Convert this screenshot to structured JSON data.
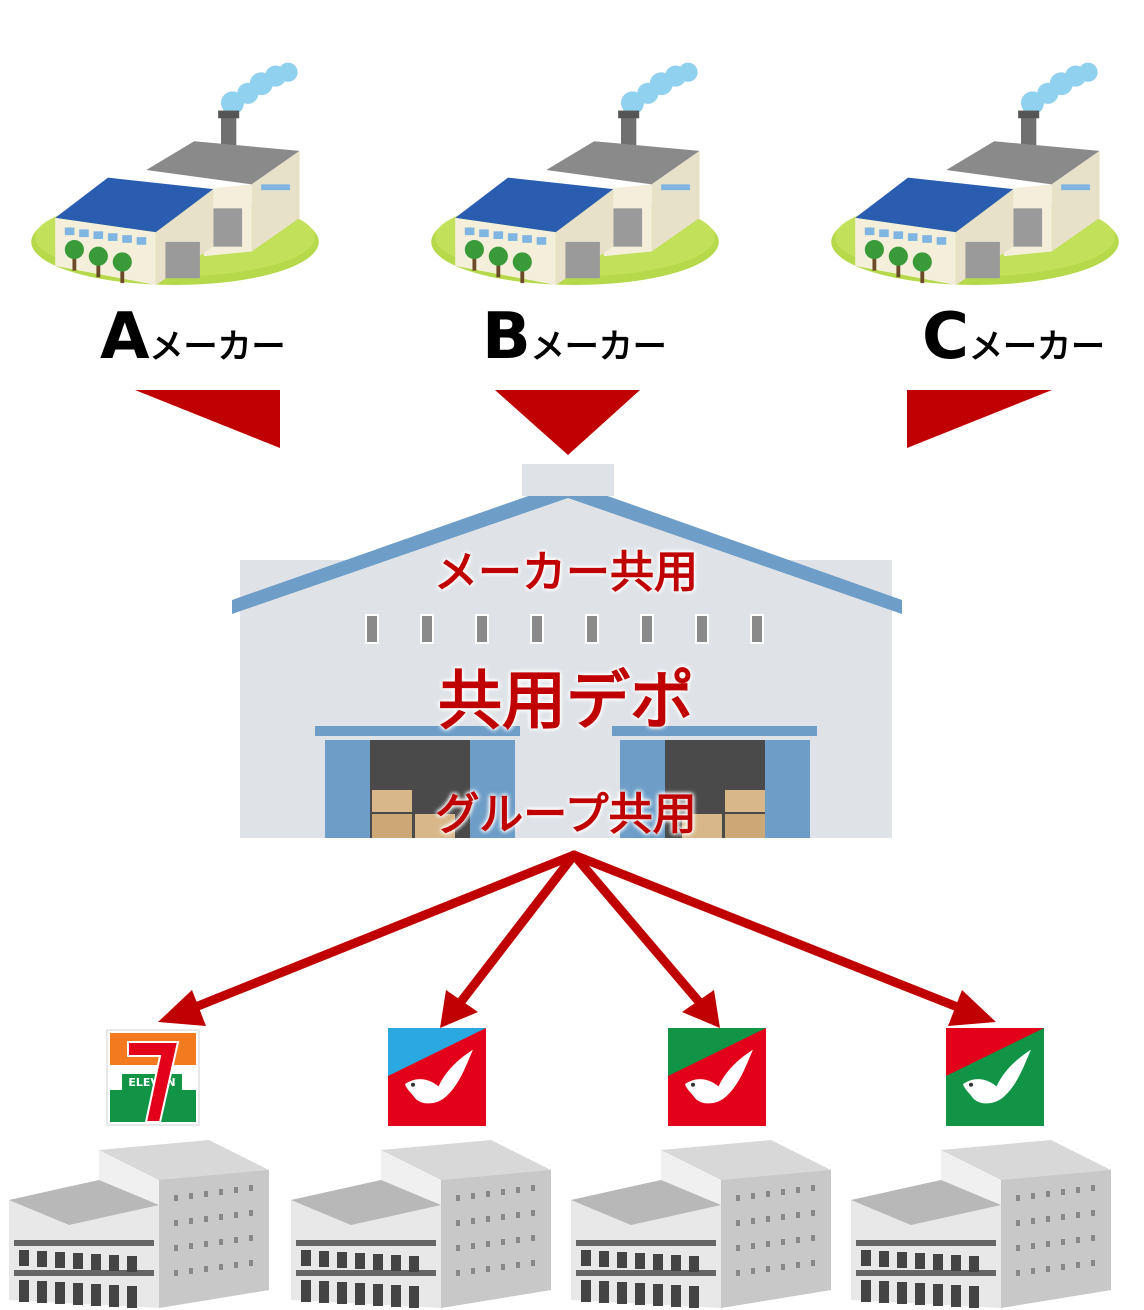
{
  "makers": [
    {
      "letter": "A",
      "suffix": "メーカー",
      "icon": "factory-icon"
    },
    {
      "letter": "B",
      "suffix": "メーカー",
      "icon": "factory-icon"
    },
    {
      "letter": "C",
      "suffix": "メーカー",
      "icon": "factory-icon"
    }
  ],
  "depot": {
    "top_label": "メーカー共用",
    "title": "共用デポ",
    "bottom_label": "グループ共用",
    "icon": "warehouse-icon"
  },
  "stores": [
    {
      "logo": "seven-eleven-logo",
      "logo_text": "ELEVEN",
      "logo_digit": "7",
      "icon": "distribution-center-icon"
    },
    {
      "logo": "dove-logo-blue",
      "icon": "distribution-center-icon"
    },
    {
      "logo": "dove-logo-green",
      "icon": "distribution-center-icon"
    },
    {
      "logo": "dove-logo-green-red",
      "icon": "distribution-center-icon"
    }
  ],
  "colors": {
    "arrow_red": "#c00000",
    "roof_blue": "#2a5db0",
    "depot_wall": "#dfe3e8",
    "depot_roof": "#6e9ec8",
    "grass": "#b5d94a",
    "logo_green": "#119446",
    "logo_red": "#e2001a",
    "logo_blue": "#2aa8e0",
    "logo_orange": "#f37a1f"
  }
}
